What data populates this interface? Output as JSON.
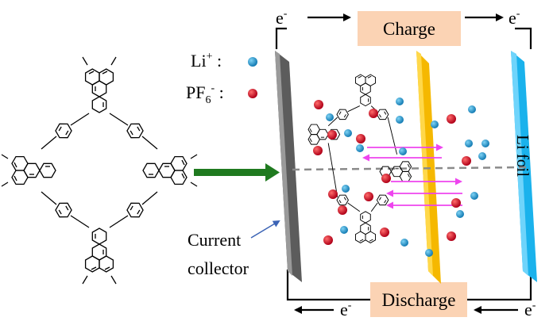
{
  "labels": {
    "electron_top_left": "e",
    "electron_top_right": "e",
    "electron_bottom_left": "e",
    "electron_bottom_right": "e",
    "electron_sup": "-",
    "charge": "Charge",
    "discharge": "Discharge",
    "li_ion_base": "Li",
    "li_ion_sup": "+",
    "li_ion_colon": " :",
    "pf6_base": "PF",
    "pf6_sub": "6",
    "pf6_sup": "-",
    "pf6_colon": " :",
    "current_collector_line1": "Current",
    "current_collector_line2": "collector",
    "li_foil": "Li foil"
  },
  "colors": {
    "charge_box": "#fbd3b4",
    "discharge_box": "#fbd3b4",
    "collector_plate": "#7a7a7a",
    "separator": "#f5b800",
    "li_foil": "#1ab2ec",
    "li_ion": "#1f8fc8",
    "pf6_ion": "#d0102a",
    "green_arrow": "#1f7a1f",
    "magenta_arrow": "#ee44ee",
    "pointer_arrow": "#3b63b5"
  }
}
